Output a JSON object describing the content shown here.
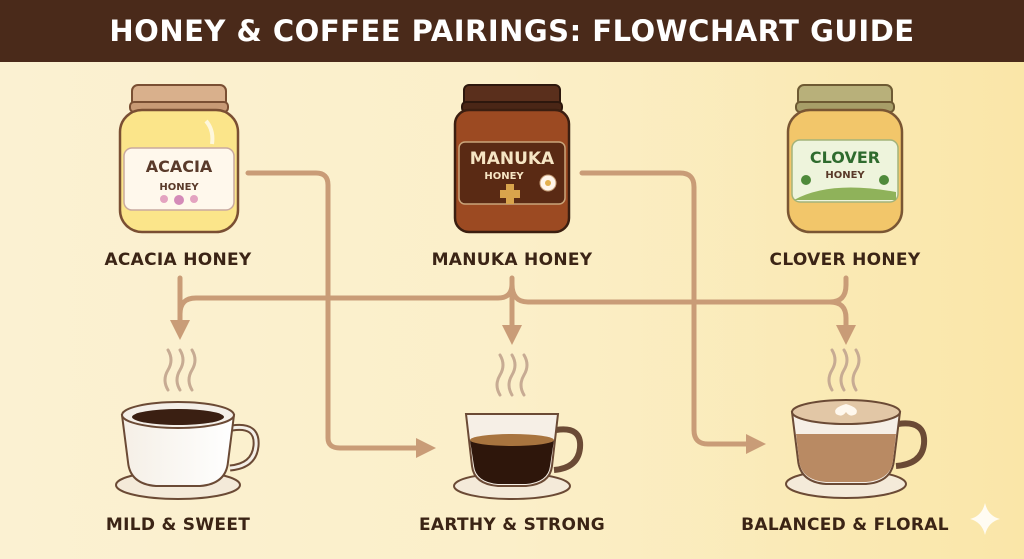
{
  "title": "HONEY & COFFEE PAIRINGS: FLOWCHART GUIDE",
  "honeys": [
    {
      "label": "ACACIA HONEY",
      "jar_name": "ACACIA",
      "jar_sub": "HONEY"
    },
    {
      "label": "MANUKA HONEY",
      "jar_name": "MANUKA",
      "jar_sub": "HONEY"
    },
    {
      "label": "CLOVER HONEY",
      "jar_name": "CLOVER",
      "jar_sub": "HONEY"
    }
  ],
  "coffees": [
    {
      "label": "MILD & SWEET"
    },
    {
      "label": "EARTHY & STRONG"
    },
    {
      "label": "BALANCED & FLORAL"
    }
  ],
  "colors": {
    "header_bg": "#4a2a1a",
    "arrow": "#c99c77",
    "text": "#3b2415"
  }
}
